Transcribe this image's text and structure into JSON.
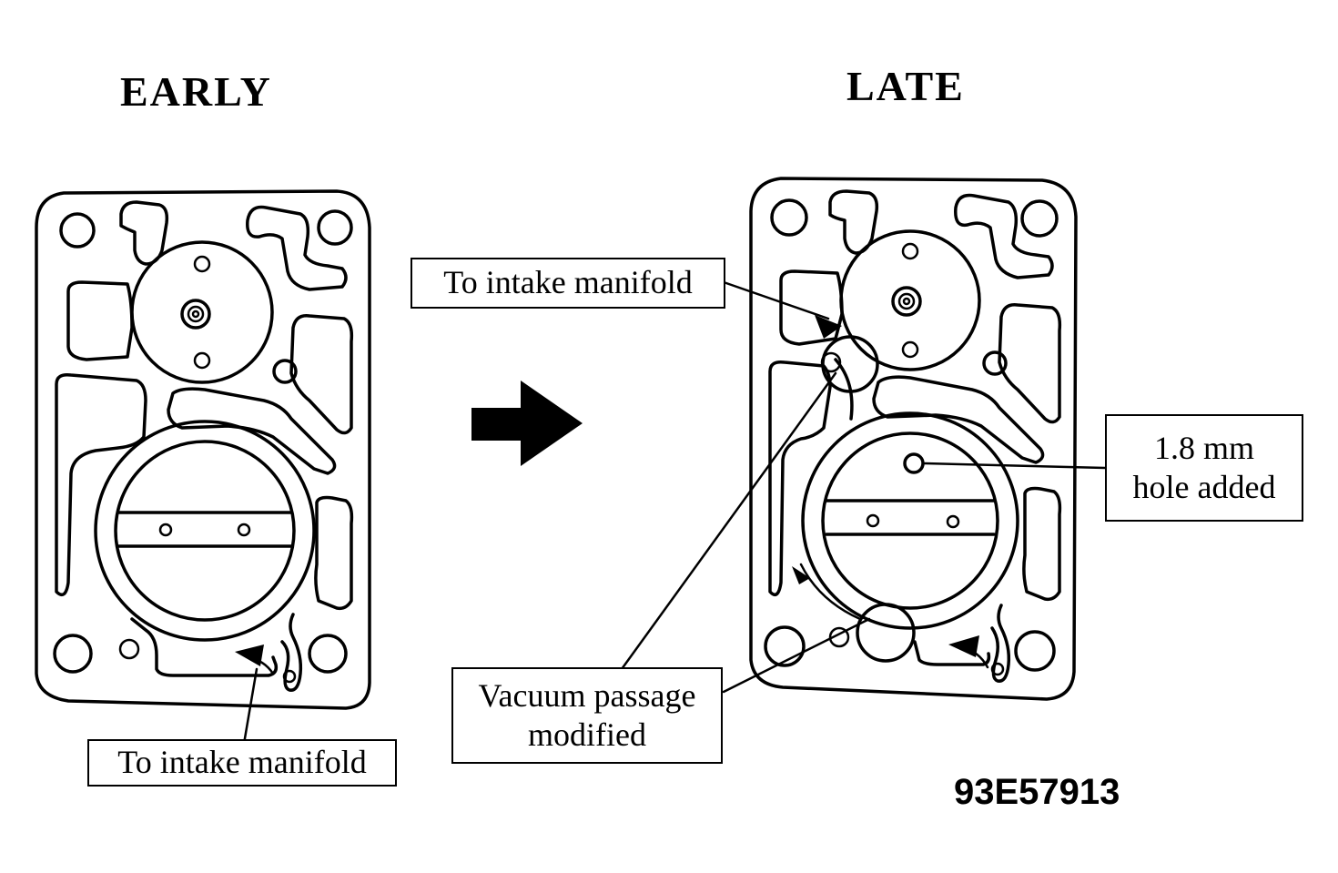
{
  "headings": {
    "early": "EARLY",
    "late": "LATE"
  },
  "callouts": {
    "early_intake": "To intake manifold",
    "late_intake": "To intake manifold",
    "hole_line1": "1.8 mm",
    "hole_line2": "hole added",
    "vacuum_line1": "Vacuum passage",
    "vacuum_line2": "modified"
  },
  "figure_id": "93E57913"
}
